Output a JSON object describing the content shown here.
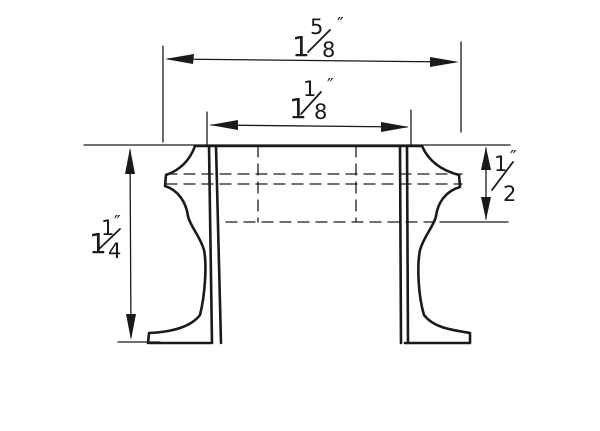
{
  "dimensions": {
    "top_width": {
      "whole": "1",
      "numerator": "5",
      "denominator": "8",
      "unit": "″"
    },
    "inner_width": {
      "whole": "1",
      "numerator": "1",
      "denominator": "8",
      "unit": "″"
    },
    "total_height": {
      "whole": "1",
      "numerator": "1",
      "denominator": "4",
      "unit": "″"
    },
    "rim_height": {
      "whole": "",
      "numerator": "1",
      "denominator": "2",
      "unit": "″"
    }
  },
  "colors": {
    "ink": "#1a1a1a",
    "paper": "#ffffff"
  }
}
